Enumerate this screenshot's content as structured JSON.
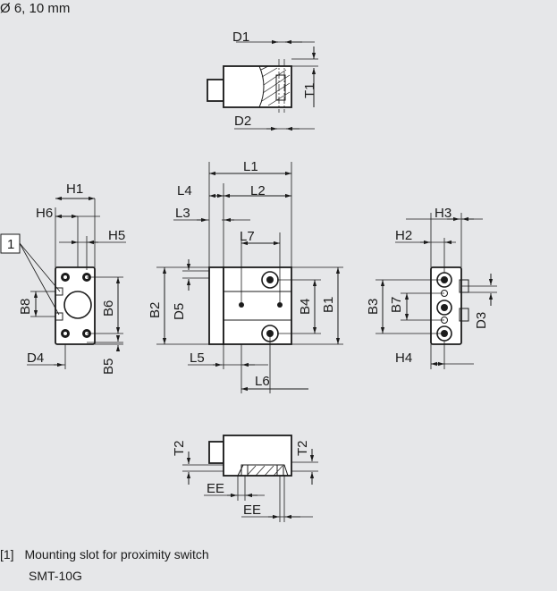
{
  "header": {
    "caption": "Ø 6, 10 mm"
  },
  "callout": {
    "number": "1"
  },
  "dimensions": {
    "top_view": [
      "D1",
      "T1",
      "D2"
    ],
    "left_view": [
      "H1",
      "H6",
      "H5",
      "B8",
      "B6",
      "D4",
      "B5"
    ],
    "front_view": [
      "L1",
      "L4",
      "L2",
      "L3",
      "L7",
      "B2",
      "D5",
      "B4",
      "B1",
      "L5",
      "L6"
    ],
    "right_view": [
      "H3",
      "H2",
      "B3",
      "B7",
      "D3",
      "H4"
    ],
    "bottom_view": [
      "T2",
      "T2",
      "EE",
      "EE"
    ]
  },
  "footnote": {
    "marker": "[1]",
    "line1": "Mounting slot for proximity switch",
    "line2": "SMT-10G"
  }
}
